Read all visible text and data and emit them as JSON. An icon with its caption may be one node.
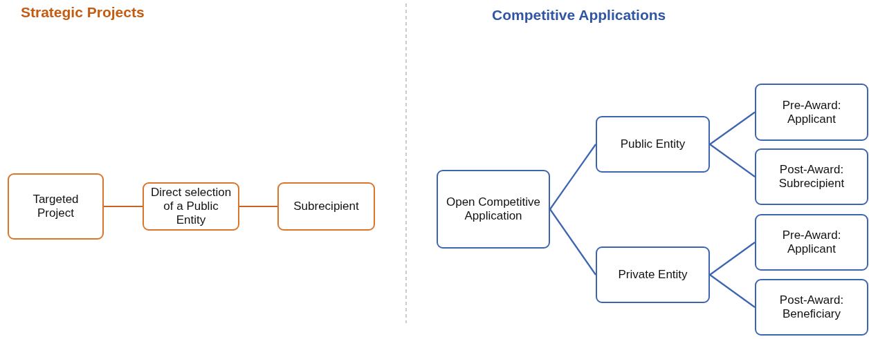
{
  "diagram": {
    "nodes": [
      {
        "text": [
          "Targeted Project"
        ]
      },
      {
        "text": [
          "Direct selection of a Public Entity"
        ]
      },
      {
        "text": [
          "Subrecipient"
        ]
      },
      {
        "text": [
          "Open Competitive Application"
        ]
      },
      {
        "text": [
          "Public Entity"
        ]
      },
      {
        "text": [
          "Private Entity"
        ]
      },
      {
        "text": [
          "Pre-Award: Applicant"
        ]
      },
      {
        "text": [
          "Post-Award: Subrecipient"
        ]
      },
      {
        "text": [
          "Pre-Award: Applicant"
        ]
      },
      {
        "text": [
          "Post-Award: Beneficiary"
        ]
      }
    ],
    "edges": [
      {
        "from": 0,
        "to": 1,
        "arrow": "none",
        "color": "#c9611f"
      },
      {
        "from": 1,
        "to": 2,
        "arrow": "none",
        "color": "#c9611f"
      },
      {
        "from": 3,
        "to": 4,
        "arrow": "none"
      },
      {
        "from": 3,
        "to": 5,
        "arrow": "none"
      },
      {
        "from": 4,
        "to": 6,
        "arrow": "none"
      },
      {
        "from": 4,
        "to": 7,
        "arrow": "none"
      },
      {
        "from": 5,
        "to": 8,
        "arrow": "none"
      },
      {
        "from": 5,
        "to": 9,
        "arrow": "none"
      }
    ],
    "labels": [
      "Strategic Projects",
      "Competitive Applications"
    ]
  }
}
